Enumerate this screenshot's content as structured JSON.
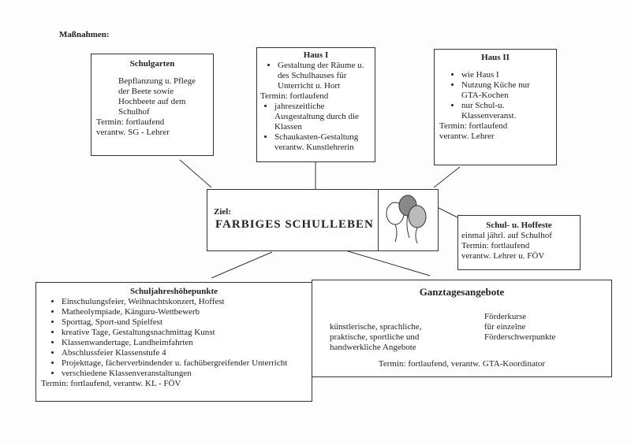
{
  "heading": "Maßnahmen:",
  "schulgarten": {
    "title": "Schulgarten",
    "lines": [
      "Bepflanzung u. Pflege",
      "der Beete sowie",
      "Hochbeete auf dem",
      "Schulhof"
    ],
    "termin": "Termin: fortlaufend",
    "verantw": "verantw. SG - Lehrer"
  },
  "haus1": {
    "title": "Haus I",
    "item1": "Gestaltung der Räume u. des Schulhauses für Unterricht u. Hort",
    "termin": "Termin: fortlaufend",
    "item2": "jahreszeitliche Ausgestaltung durch die Klassen",
    "item3": "Schaukasten-Gestaltung verantw. Kunstlehrerin"
  },
  "haus2": {
    "title": "Haus II",
    "items": [
      "wie Haus I",
      "Nutzung Küche nur GTA-Kochen",
      "nur Schul-u. Klassenveranst."
    ],
    "termin": "Termin: fortlaufend",
    "verantw": "verantw. Lehrer"
  },
  "ziel": {
    "label": "Ziel:",
    "title": "FARBIGES SCHULLEBEN"
  },
  "feste": {
    "title": "Schul- u. Hoffeste",
    "lines": [
      "einmal jährl. auf Schulhof",
      "Termin: fortlaufend",
      "verantw. Lehrer u. FÖV"
    ]
  },
  "hoehepunkte": {
    "title": "Schuljahreshöhepunkte",
    "items": [
      "Einschulungsfeier, Weihnachtskonzert, Hoffest",
      "Matheolympiade, Känguru-Wettbewerb",
      "Sporttag, Sport-und Spielfest",
      "kreative Tage, Gestaltungsnachmittag Kunst",
      "Klassenwandertage, Landheimfahrten",
      "Abschlussfeier Klassenstufe 4",
      "Projekttage, fächerverbindender u. fachübergreifender Unterricht",
      "verschiedene Klassenveranstaltungen"
    ],
    "termin": "Termin: fortlaufend, verantw. KL - FÖV"
  },
  "ganztag": {
    "title": "Ganztagesangebote",
    "left": [
      "künstlerische, sprachliche,",
      "praktische, sportliche und",
      "handwerkliche Angebote"
    ],
    "right": [
      "Förderkurse",
      "für einzelne",
      "Förderschwerpunkte"
    ],
    "termin": "Termin: fortlaufend, verantw. GTA-Koordinator"
  }
}
